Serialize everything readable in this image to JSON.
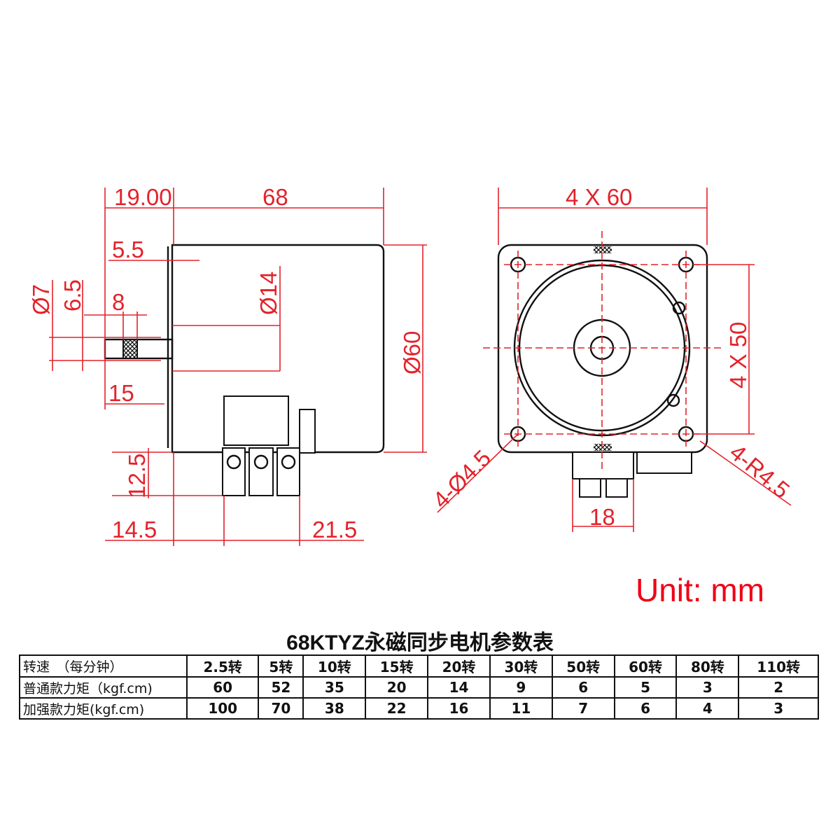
{
  "side_view": {
    "dims": {
      "shaft_ext": "19.00",
      "body_length": "68",
      "flange": "5.5",
      "shaft_dia": "Ø7",
      "flat": "6.5",
      "knurl": "8",
      "boss_dia": "Ø14",
      "body_dia": "Ø60",
      "shaft_len": "15",
      "term_height": "12.5",
      "term_offset": "14.5",
      "term_width": "21.5"
    }
  },
  "front_view": {
    "dims": {
      "hole_h": "4 X 60",
      "hole_v": "4 X 50",
      "hole_dia": "4-Ø4.5",
      "corner_r": "4-R4.5",
      "connector": "18"
    }
  },
  "unit_label": "Unit: mm",
  "table": {
    "title": "68KTYZ永磁同步电机参数表",
    "rows": [
      {
        "label": "转速　（每分钟）",
        "values": [
          "2.5转",
          "5转",
          "10转",
          "15转",
          "20转",
          "30转",
          "50转",
          "60转",
          "80转",
          "110转"
        ]
      },
      {
        "label": "普通款力矩（kgf.cm)",
        "values": [
          "60",
          "52",
          "35",
          "20",
          "14",
          "9",
          "6",
          "5",
          "3",
          "2"
        ]
      },
      {
        "label": "加强款力矩(kgf.cm)",
        "values": [
          "100",
          "70",
          "38",
          "22",
          "16",
          "11",
          "7",
          "6",
          "4",
          "3"
        ]
      }
    ]
  }
}
